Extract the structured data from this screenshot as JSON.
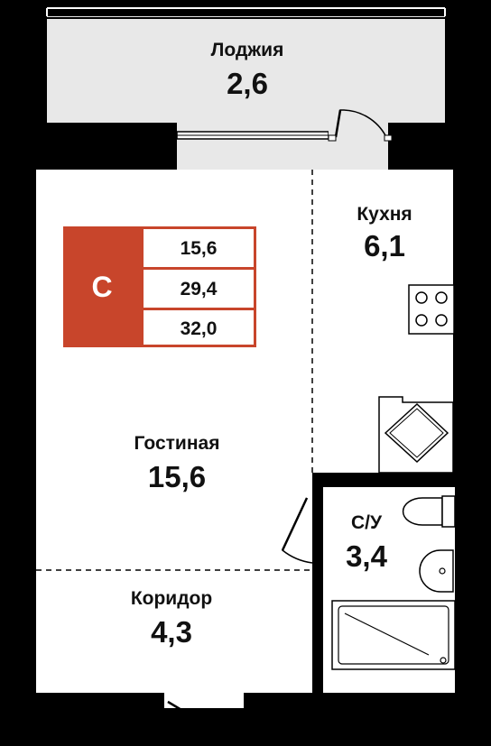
{
  "rooms": {
    "loggia": {
      "name": "Лоджия",
      "area": "2,6"
    },
    "kitchen": {
      "name": "Кухня",
      "area": "6,1"
    },
    "living": {
      "name": "Гостиная",
      "area": "15,6"
    },
    "bathroom": {
      "name": "С/У",
      "area": "3,4"
    },
    "corridor": {
      "name": "Коридор",
      "area": "4,3"
    }
  },
  "badge": {
    "letter": "С",
    "values": [
      "15,6",
      "29,4",
      "32,0"
    ]
  },
  "colors": {
    "wall": "#000000",
    "loggia_fill": "#e8e8e8",
    "badge_accent": "#c8452b"
  }
}
